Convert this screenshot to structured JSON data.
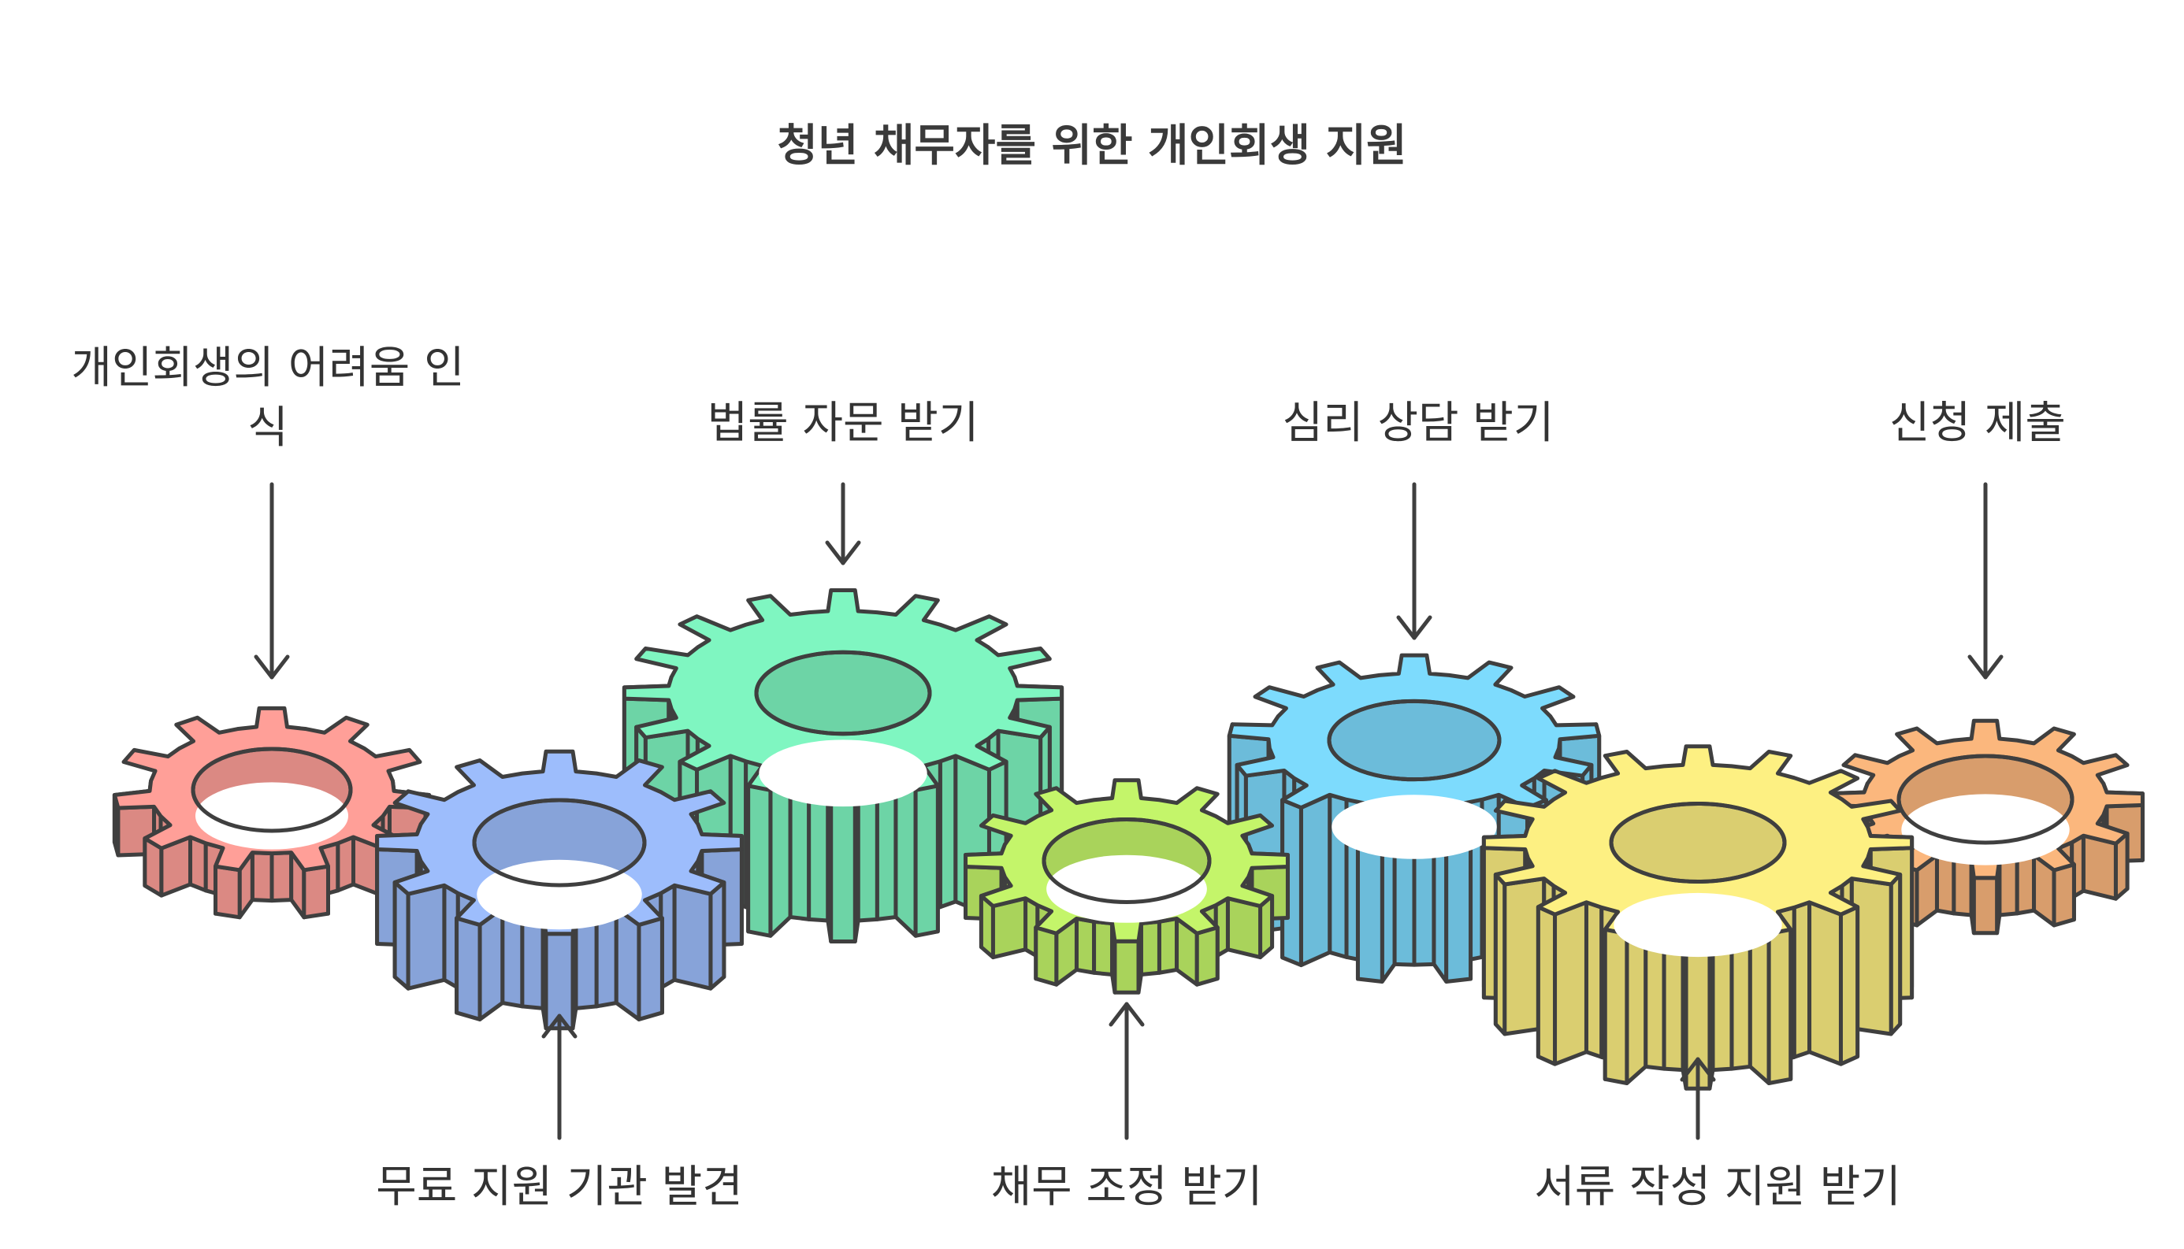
{
  "title": "청년 채무자를 위한 개인회생 지원",
  "steps": [
    {
      "label": "개인회생의 어려움 인식",
      "label_line1": "개인회생의 어려움 인",
      "label_line2": "식",
      "color": "#ff9f98",
      "position": "top"
    },
    {
      "label": "무료 지원 기관 발견",
      "color": "#9dbdfc",
      "position": "bottom"
    },
    {
      "label": "법률 자문 받기",
      "color": "#7ff6c1",
      "position": "top"
    },
    {
      "label": "채무 조정 받기",
      "color": "#c4f56a",
      "position": "bottom"
    },
    {
      "label": "심리 상담 받기",
      "color": "#7ddbfd",
      "position": "top"
    },
    {
      "label": "서류 작성 지원 받기",
      "color": "#fdf082",
      "position": "bottom"
    },
    {
      "label": "신청 제출",
      "color": "#fbb77d",
      "position": "top"
    }
  ],
  "stroke_color": "#3f3f3f"
}
